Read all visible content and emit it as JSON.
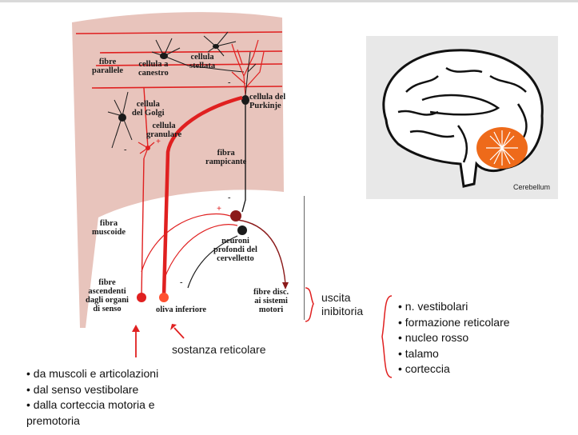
{
  "diagram": {
    "labels": {
      "fibre_parallele": "fibre\nparallele",
      "cellula_canestro": "cellula a\ncanestro",
      "cellula_stellata": "cellula\nstellata",
      "cellula_purkinje": "cellula del\nPurkinje",
      "cellula_golgi": "cellula\ndel Golgi",
      "cellula_granulare": "cellula\ngranulare",
      "fibra_rampicante": "fibra\nrampicante",
      "fibra_muscoide": "fibra\nmuscoide",
      "neuroni_profondi": "neuroni\nprofondi del\ncervelletto",
      "fibre_ascendenti": "fibre\nascendenti\ndagli organi\ndi senso",
      "oliva_inferiore": "oliva inferiore",
      "fibre_disc": "fibre disc.\nai sistemi\nmotori"
    },
    "signs": {
      "minus": "-",
      "plus": "+"
    },
    "colors": {
      "background": "#e8c4bc",
      "neuron": "#1a1a1a",
      "excitatory": "#e02020",
      "output": "#8b1a1a"
    }
  },
  "brain": {
    "caption": "Cerebellum",
    "cerebellum_color": "#ee6a1a"
  },
  "annotations": {
    "uscita": "uscita\ninibitoria",
    "sostanza": "sostanza reticolare"
  },
  "input_list": [
    "da muscoli e articolazioni",
    "dal senso vestibolare",
    "dalla corteccia motoria e premotoria"
  ],
  "output_list": [
    "n. vestibolari",
    "formazione reticolare",
    "nucleo rosso",
    "talamo",
    "corteccia"
  ]
}
